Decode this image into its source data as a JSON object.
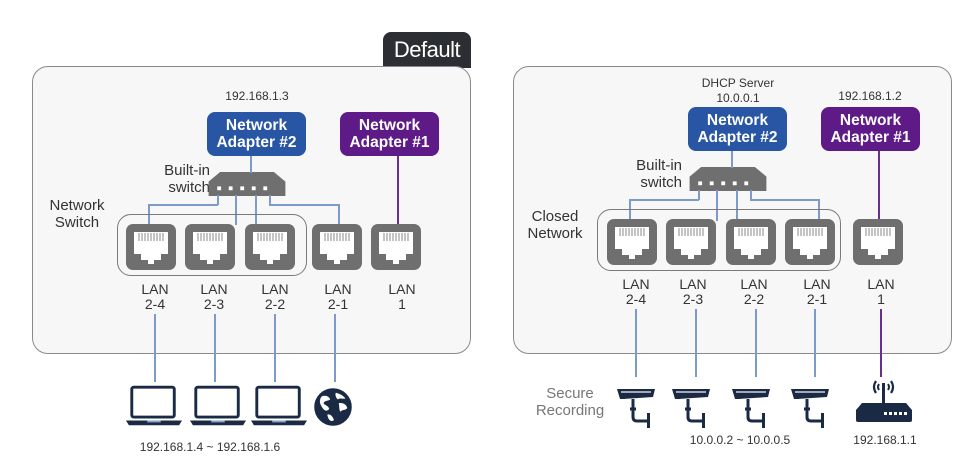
{
  "colors": {
    "adapter2": "#2856a4",
    "adapter1": "#5e1a86",
    "wire_blue": "#7c9bc9",
    "wire_purple": "#6a2e8e",
    "port_gray": "#6f6f6f",
    "icon_navy": "#1b2a44",
    "tab_dark": "#2b2f33"
  },
  "left_panel": {
    "tab_label": "Default",
    "adapter2": {
      "ip": "192.168.1.3",
      "line1": "Network",
      "line2": "Adapter #2"
    },
    "adapter1": {
      "line1": "Network",
      "line2": "Adapter #1"
    },
    "switch_label": {
      "line1": "Built-in",
      "line2": "switch"
    },
    "group_label": {
      "line1": "Network",
      "line2": "Switch"
    },
    "ports": [
      {
        "line1": "LAN",
        "line2": "2-4"
      },
      {
        "line1": "LAN",
        "line2": "2-3"
      },
      {
        "line1": "LAN",
        "line2": "2-2"
      },
      {
        "line1": "LAN",
        "line2": "2-1"
      },
      {
        "line1": "LAN",
        "line2": "1"
      }
    ],
    "devices": [
      "laptop-icon",
      "laptop-icon",
      "laptop-icon",
      "globe-icon"
    ],
    "devices_ip": "192.168.1.4 ~ 192.168.1.6"
  },
  "right_panel": {
    "adapter2": {
      "ip_line1": "DHCP Server",
      "ip_line2": "10.0.0.1",
      "line1": "Network",
      "line2": "Adapter #2"
    },
    "adapter1": {
      "ip": "192.168.1.2",
      "line1": "Network",
      "line2": "Adapter #1"
    },
    "switch_label": {
      "line1": "Built-in",
      "line2": "switch"
    },
    "group_label": {
      "line1": "Closed",
      "line2": "Network"
    },
    "ports": [
      {
        "line1": "LAN",
        "line2": "2-4"
      },
      {
        "line1": "LAN",
        "line2": "2-3"
      },
      {
        "line1": "LAN",
        "line2": "2-2"
      },
      {
        "line1": "LAN",
        "line2": "2-1"
      },
      {
        "line1": "LAN",
        "line2": "1"
      }
    ],
    "devices": [
      "camera-icon",
      "camera-icon",
      "camera-icon",
      "camera-icon",
      "router-icon"
    ],
    "side_label": {
      "line1": "Secure",
      "line2": "Recording"
    },
    "cameras_ip": "10.0.0.2 ~ 10.0.0.5",
    "router_ip": "192.168.1.1"
  }
}
